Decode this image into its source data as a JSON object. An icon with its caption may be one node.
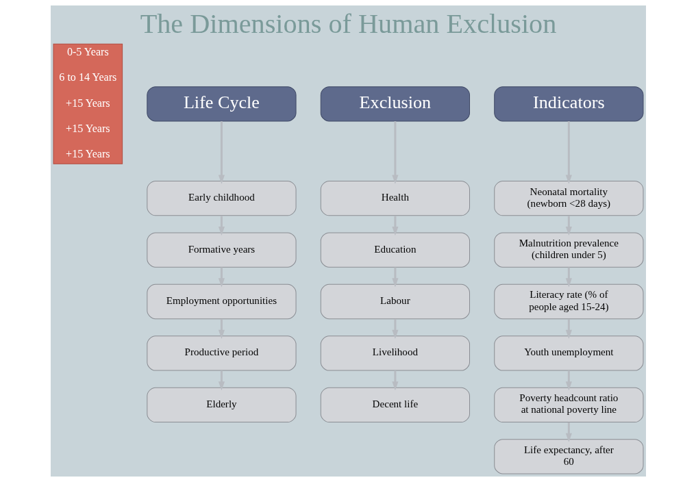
{
  "diagram": {
    "title": "The Dimensions of Human Exclusion",
    "nodes": [
      {
        "text": [
          "0-5 Years",
          "6 to 14 Years",
          "+15 Years",
          "+15 Years",
          "+15 Years"
        ]
      },
      {
        "text": [
          "Life Cycle"
        ]
      },
      {
        "text": [
          "Exclusion"
        ]
      },
      {
        "text": [
          "Indicators"
        ]
      },
      {
        "text": [
          "Early childhood"
        ]
      },
      {
        "text": [
          "Formative years"
        ]
      },
      {
        "text": [
          "Employment opportunities"
        ]
      },
      {
        "text": [
          "Productive period"
        ]
      },
      {
        "text": [
          "Elderly"
        ]
      },
      {
        "text": [
          "Health"
        ]
      },
      {
        "text": [
          "Education"
        ]
      },
      {
        "text": [
          "Labour"
        ]
      },
      {
        "text": [
          "Livelihood"
        ]
      },
      {
        "text": [
          "Decent life"
        ]
      },
      {
        "text": [
          "Neonatal mortality (newborn <28 days)"
        ]
      },
      {
        "text": [
          "Malnutrition prevalence (children under 5)"
        ]
      },
      {
        "text": [
          "Literacy rate (% of people aged 15-24)"
        ]
      },
      {
        "text": [
          "Youth unemployment"
        ]
      },
      {
        "text": [
          "Poverty headcount ratio at national poverty line"
        ]
      },
      {
        "text": [
          "Life expectancy, after 60"
        ]
      }
    ],
    "edges": [
      {
        "from": 1,
        "to": 4,
        "arrow": "to"
      },
      {
        "from": 4,
        "to": 5,
        "arrow": "to"
      },
      {
        "from": 5,
        "to": 6,
        "arrow": "to"
      },
      {
        "from": 6,
        "to": 7,
        "arrow": "to"
      },
      {
        "from": 7,
        "to": 8,
        "arrow": "to"
      },
      {
        "from": 2,
        "to": 9,
        "arrow": "to"
      },
      {
        "from": 9,
        "to": 10,
        "arrow": "to"
      },
      {
        "from": 10,
        "to": 11,
        "arrow": "to"
      },
      {
        "from": 11,
        "to": 12,
        "arrow": "to"
      },
      {
        "from": 12,
        "to": 13,
        "arrow": "to"
      },
      {
        "from": 3,
        "to": 14,
        "arrow": "to"
      },
      {
        "from": 14,
        "to": 15,
        "arrow": "to"
      },
      {
        "from": 15,
        "to": 16,
        "arrow": "to"
      },
      {
        "from": 16,
        "to": 17,
        "arrow": "to"
      },
      {
        "from": 17,
        "to": 18,
        "arrow": "to"
      },
      {
        "from": 18,
        "to": 19,
        "arrow": "to"
      }
    ]
  }
}
